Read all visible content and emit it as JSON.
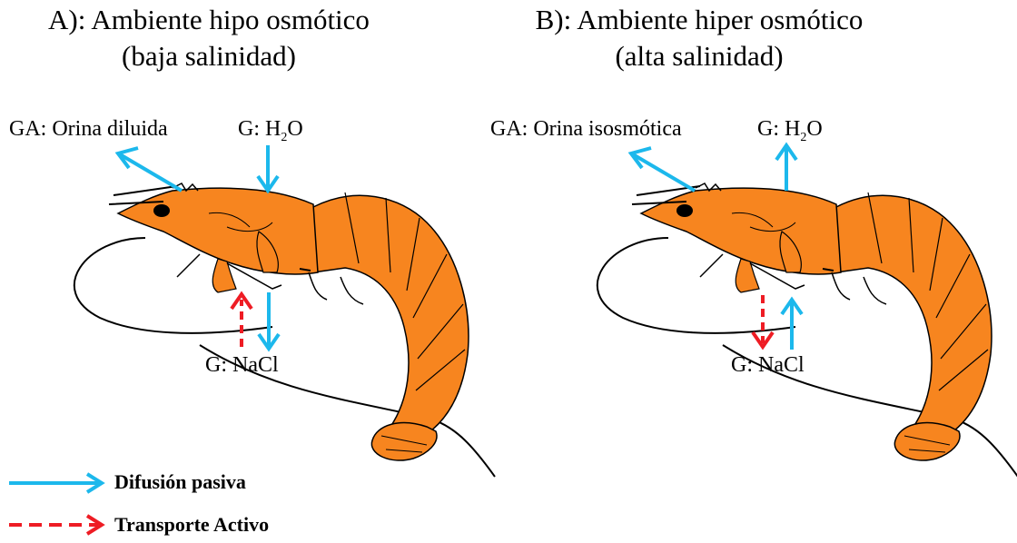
{
  "panel_a": {
    "title_line1": "A): Ambiente hipo osmótico",
    "title_line2": "(baja salinidad)",
    "label_urine": "GA: Orina diluida",
    "label_water_prefix": "G: H",
    "label_water_sub": "2",
    "label_water_suffix": "O",
    "label_salt": "G: NaCl"
  },
  "panel_b": {
    "title_line1": "B): Ambiente hiper osmótico",
    "title_line2": "(alta salinidad)",
    "label_urine": "GA: Orina isosmótica",
    "label_water_prefix": "G: H",
    "label_water_sub": "2",
    "label_water_suffix": "O",
    "label_salt": "G: NaCl"
  },
  "legend": {
    "passive": "Difusión pasiva",
    "active": "Transporte Activo"
  },
  "colors": {
    "passive_arrow": "#1cb8ec",
    "active_arrow": "#ee1c24",
    "shrimp_body": "#f7851f",
    "outline": "#000000"
  }
}
